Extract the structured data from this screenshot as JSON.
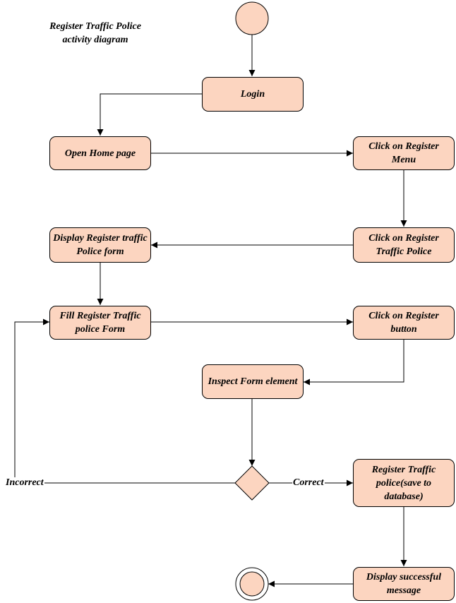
{
  "title": {
    "line1": "Register Traffic Police",
    "line2": "activity diagram"
  },
  "nodes": {
    "login": "Login",
    "open_home": "Open Home page",
    "click_register_menu": "Click on Register Menu",
    "click_register_traffic_police": "Click on Register Traffic Police",
    "display_form": "Display Register traffic Police form",
    "fill_form": "Fill  Register Traffic police Form",
    "click_register_button": "Click on Register button",
    "inspect_form": "Inspect Form element",
    "register_save": "Register Traffic police(save to database)",
    "display_success": "Display successful message"
  },
  "guards": {
    "incorrect": "Incorrect",
    "correct": "Correct"
  },
  "colors": {
    "node_fill": "#fcd5c0",
    "stroke": "#000000"
  }
}
